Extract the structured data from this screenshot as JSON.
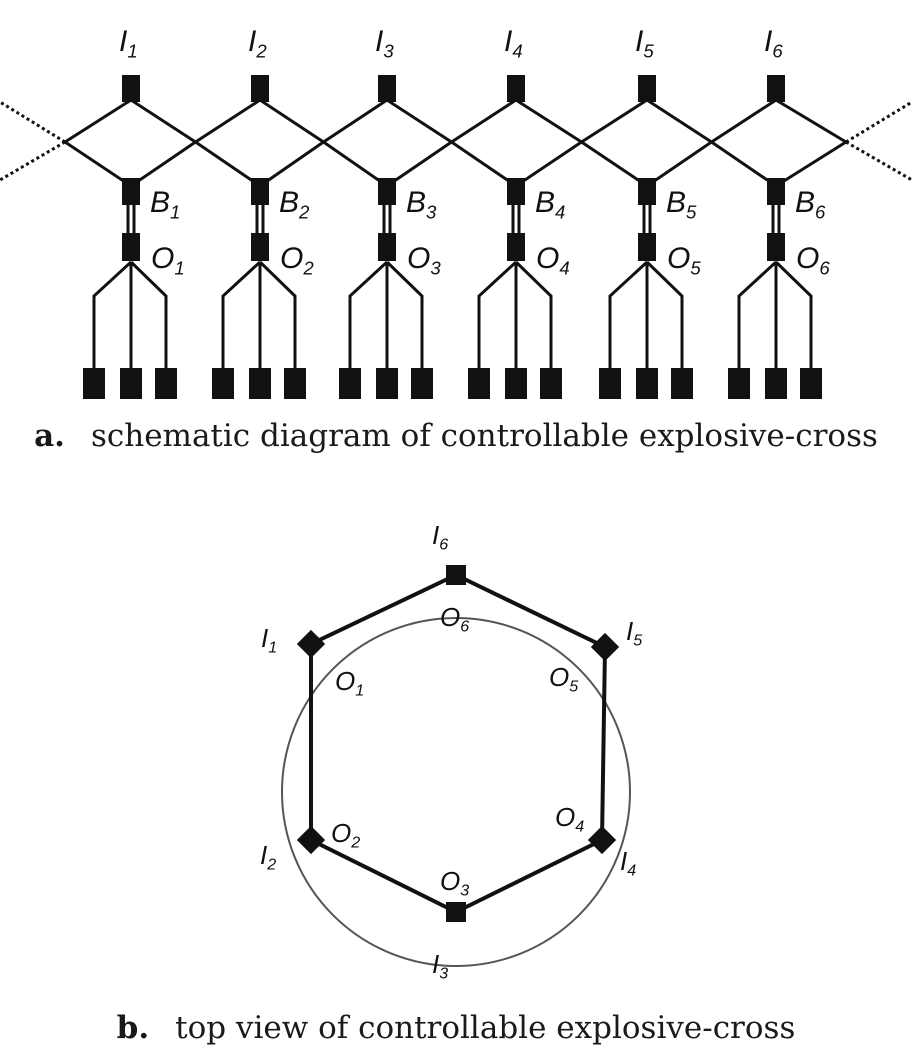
{
  "diagram_a": {
    "caption_letter": "a.",
    "caption_text": "schematic diagram of controllable explosive-cross",
    "units": [
      {
        "input": "I",
        "input_sub": "1",
        "bridge": "B",
        "bridge_sub": "1",
        "output": "O",
        "output_sub": "1"
      },
      {
        "input": "I",
        "input_sub": "2",
        "bridge": "B",
        "bridge_sub": "2",
        "output": "O",
        "output_sub": "2"
      },
      {
        "input": "I",
        "input_sub": "3",
        "bridge": "B",
        "bridge_sub": "3",
        "output": "O",
        "output_sub": "3"
      },
      {
        "input": "I",
        "input_sub": "4",
        "bridge": "B",
        "bridge_sub": "4",
        "output": "O",
        "output_sub": "4"
      },
      {
        "input": "I",
        "input_sub": "5",
        "bridge": "B",
        "bridge_sub": "5",
        "output": "O",
        "output_sub": "5"
      },
      {
        "input": "I",
        "input_sub": "6",
        "bridge": "B",
        "bridge_sub": "6",
        "output": "O",
        "output_sub": "6"
      }
    ]
  },
  "diagram_b": {
    "caption_letter": "b.",
    "caption_text": "top view of controllable explosive-cross",
    "nodes": [
      {
        "input": "I",
        "input_sub": "6",
        "output": "O",
        "output_sub": "6"
      },
      {
        "input": "I",
        "input_sub": "5",
        "output": "O",
        "output_sub": "5"
      },
      {
        "input": "I",
        "input_sub": "4",
        "output": "O",
        "output_sub": "4"
      },
      {
        "input": "I",
        "input_sub": "3",
        "output": "O",
        "output_sub": "3"
      },
      {
        "input": "I",
        "input_sub": "2",
        "output": "O",
        "output_sub": "2"
      },
      {
        "input": "I",
        "input_sub": "1",
        "output": "O",
        "output_sub": "1"
      }
    ]
  },
  "colors": {
    "ink": "#111111",
    "circle": "#555555"
  }
}
